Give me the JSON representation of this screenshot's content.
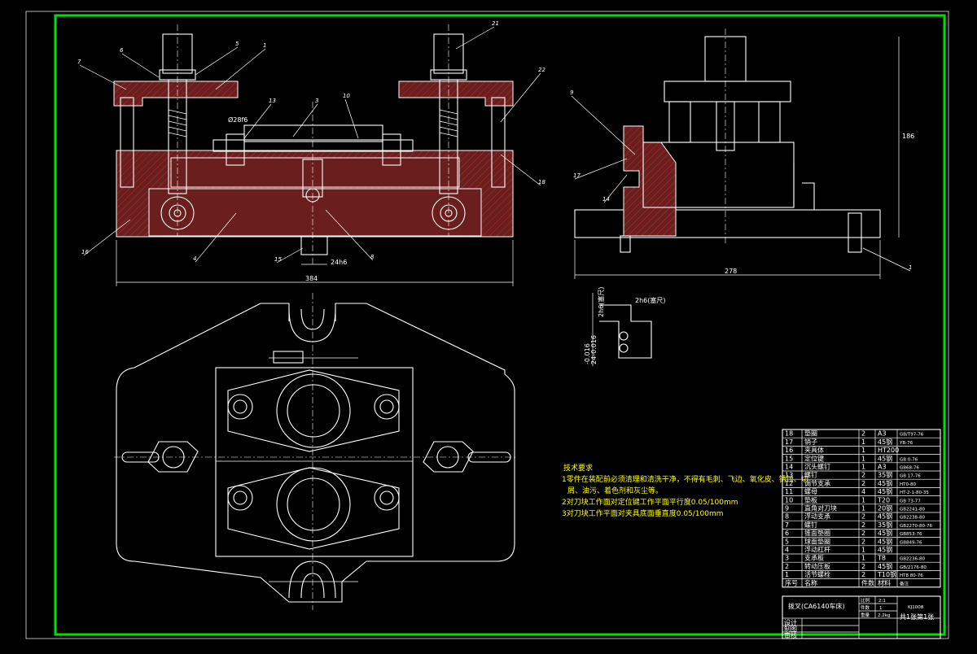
{
  "drawing": {
    "dimensions": {
      "front_width": "384",
      "key_width": "24h6",
      "side_width": "278",
      "side_height": "186",
      "front_hole": "Ø28f6",
      "setter_a": "2h6(塞尺)",
      "setter_b": "2h6(塞尺)",
      "tol_a": "-0.016",
      "tol_b": "24-0.016"
    },
    "balloons_front": [
      "6",
      "5",
      "1",
      "21",
      "7",
      "22",
      "13",
      "3",
      "10",
      "18",
      "16",
      "4",
      "15",
      "8"
    ],
    "balloons_side": [
      "9",
      "17",
      "14",
      "1"
    ]
  },
  "tech_requirements": {
    "title": "技术要求",
    "lines": [
      "1零件在装配前必须清理和清洗干净，不得有毛刺、飞边、氧化皮、锈蚀、切",
      "屑、油污、着色剂和灰尘等。",
      "2对刀块工作面对定位键工作平面平行度0.05/100mm",
      "3对刀块工作平面对夹具底面垂直度0.05/100mm"
    ]
  },
  "bom": {
    "rows": [
      [
        "18",
        "垫圈",
        "2",
        "A3",
        "GB/T97-76"
      ],
      [
        "17",
        "销子",
        "1",
        "45钢",
        "YB-76"
      ],
      [
        "16",
        "夹具体",
        "1",
        "HT200",
        ""
      ],
      [
        "15",
        "定位键",
        "1",
        "45钢",
        "GB 0-76"
      ],
      [
        "14",
        "沉头螺钉",
        "1",
        "A3",
        "GB68-76"
      ],
      [
        "13",
        "螺钉",
        "2",
        "35钢",
        "GB 17-76"
      ],
      [
        "12",
        "调节支承",
        "2",
        "45钢",
        "HT0-80"
      ],
      [
        "11",
        "螺母",
        "4",
        "45钢",
        "HT-2-1-80-35"
      ],
      [
        "10",
        "垫板",
        "1",
        "T20",
        "GB 73-77"
      ],
      [
        "9",
        "直角对刀块",
        "1",
        "20钢",
        "GB2241-80"
      ],
      [
        "8",
        "浮动支承",
        "2",
        "45钢",
        "GB2238-80"
      ],
      [
        "7",
        "螺钉",
        "2",
        "35钢",
        "GB2270-80-76"
      ],
      [
        "6",
        "锥面垫圈",
        "2",
        "45钢",
        "GB853-76"
      ],
      [
        "5",
        "球面垫圈",
        "2",
        "45钢",
        "GB849-76"
      ],
      [
        "4",
        "浮动杠杆",
        "1",
        "45钢",
        ""
      ],
      [
        "3",
        "支承板",
        "1",
        "T8",
        "GB2236-80"
      ],
      [
        "2",
        "转动压板",
        "2",
        "45钢",
        "GB/2176-80"
      ],
      [
        "1",
        "活节螺栓",
        "2",
        "T10钢",
        "HT8 80-76"
      ]
    ],
    "header": [
      "序号",
      "名称",
      "件数",
      "材料",
      "备注"
    ]
  },
  "title_block": {
    "name": "拨叉(CA6140车床)",
    "scale_label": "比例",
    "scale_value": "2:1",
    "quantity_label": "件数",
    "quantity_value": "1",
    "weight_label": "重量",
    "weight_value": "2.2kg",
    "drawing_no": "KJ1008",
    "sheet": "共1张第1张",
    "roles": [
      "设计",
      "制图",
      "审核"
    ]
  }
}
